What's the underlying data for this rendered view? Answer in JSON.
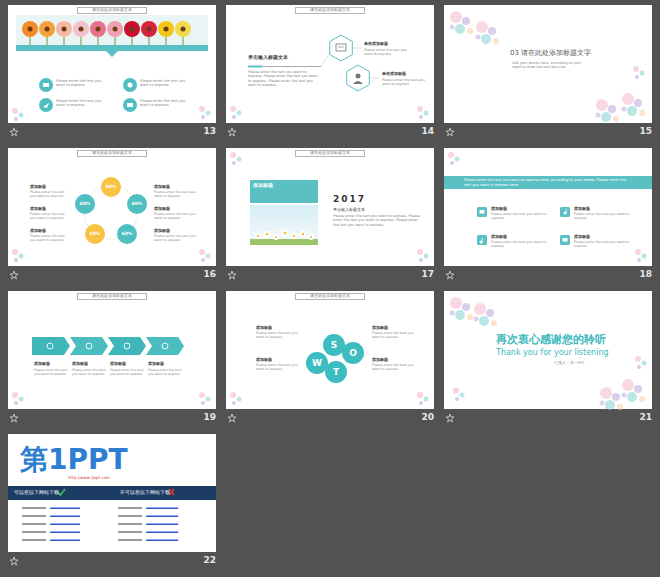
{
  "diagram": {
    "nodes": [
      {
        "text": [
          "13"
        ]
      },
      {
        "text": [
          "请在此处添加标题文本"
        ],
        "in": 0
      },
      {
        "text": [
          "14"
        ]
      },
      {
        "text": [
          "请在此处添加标题文本"
        ],
        "in": 2
      },
      {
        "text": [
          "15"
        ]
      },
      {
        "text": [
          "16"
        ]
      },
      {
        "text": [
          "请在此处添加标题文本"
        ],
        "in": 5
      },
      {
        "text": [
          "60%"
        ],
        "in": 5
      },
      {
        "text": [
          "60%"
        ],
        "in": 5
      },
      {
        "text": [
          "60%"
        ],
        "in": 5
      },
      {
        "text": [
          "60%"
        ],
        "in": 5
      },
      {
        "text": [
          "60%"
        ],
        "in": 5
      },
      {
        "text": [
          "17"
        ]
      },
      {
        "text": [
          "请在此处添加标题文本"
        ],
        "in": 12
      },
      {
        "text": [
          "添加标题"
        ],
        "in": 12
      },
      {
        "text": [
          "18"
        ]
      },
      {
        "text": [
          "Please enter the text you want to express here, according to your needs. Please enter the text you want to express here."
        ],
        "in": 15
      },
      {
        "text": [
          "19"
        ]
      },
      {
        "text": [
          "请在此处添加标题文本"
        ],
        "in": 17
      },
      {
        "text": [
          "20"
        ]
      },
      {
        "text": [
          "请在此处添加标题文本"
        ],
        "in": 19
      },
      {
        "text": [
          "S"
        ],
        "in": 19
      },
      {
        "text": [
          "O"
        ],
        "in": 19
      },
      {
        "text": [
          "W"
        ],
        "in": 19
      },
      {
        "text": [
          "T"
        ],
        "in": 19
      },
      {
        "text": [
          "21"
        ]
      },
      {
        "text": [
          "22"
        ]
      },
      {
        "text": [
          "可以在以下网站下载",
          "不可以在以下网站下载"
        ],
        "in": 26
      }
    ],
    "labels": [
      "Please enter the text you want to express",
      "Please enter the text you want to express",
      "Please enter the text you want to express",
      "Please enter the text you want to express",
      "单击输入标题文本",
      "Please enter the text you want to express. Please enter the text you want to express. Please enter the text you want to express.",
      "单击添加标题",
      "Please enter the text you want to express",
      "单击添加标题",
      "Please enter the text you want to express",
      "03 请在此处添加标题文字",
      "Add your words here, according to your need to draw the text box size",
      "添加标题",
      "Please enter the text you want to express",
      "添加标题",
      "Please enter the text you want to express",
      "添加标题",
      "Please enter the text you want to express",
      "添加标题",
      "Please enter the text you want to express",
      "添加标题",
      "Please enter the text you want to express",
      "添加标题",
      "Please enter the text you want to express",
      "2017",
      "单击输入标题文本",
      "Please enter the text you want to express. Please enter the text you want to express. Please enter the text you want to express.",
      "添加标题",
      "Please enter the text you want to express",
      "添加标题",
      "Please enter the text you want to express",
      "添加标题",
      "Please enter the text you want to express",
      "添加标题",
      "Please enter the text you want to express",
      "添加标题",
      "Please enter the text you want to express",
      "添加标题",
      "Please enter the text you want to express",
      "添加标题",
      "Please enter the text you want to express",
      "添加标题",
      "Please enter the text you want to express",
      "添加标题",
      "Please enter the text you want to express",
      "添加标题",
      "Please enter the text you want to express",
      "添加标题",
      "Please enter the text you want to express",
      "添加标题",
      "Please enter the text you want to express",
      "再次衷心感谢您的聆听",
      "Thank you for your listening",
      "汇报人：第一PPT",
      "第1PPT",
      "http://www.1ppt.com"
    ]
  }
}
